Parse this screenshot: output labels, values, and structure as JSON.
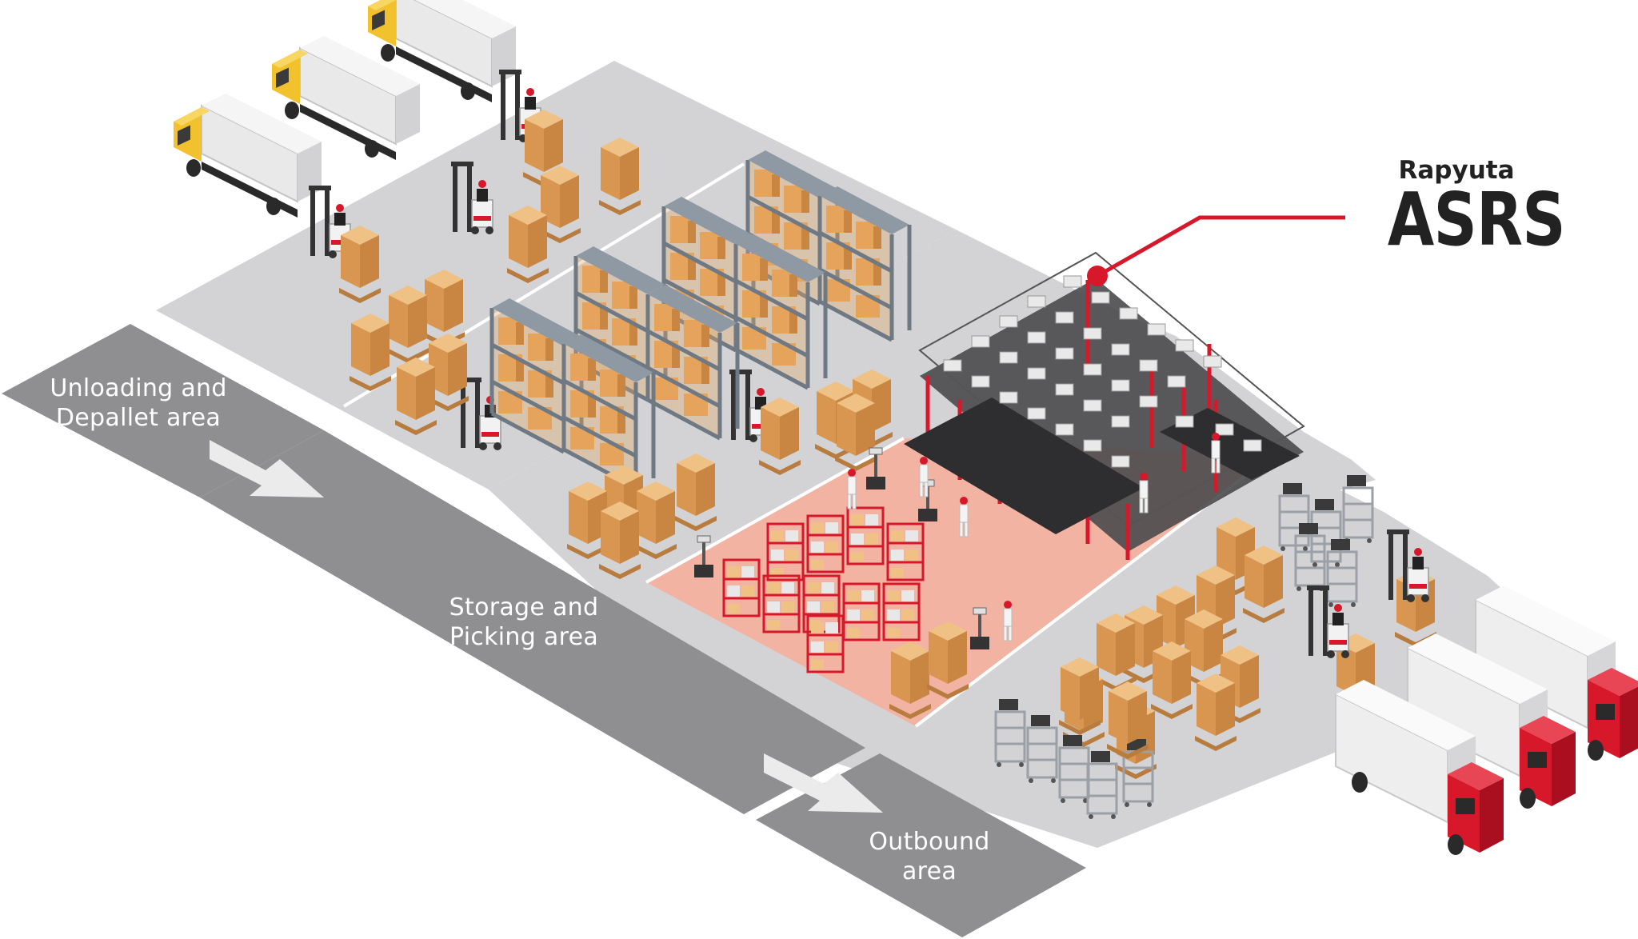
{
  "brand": {
    "company": "Rapyuta",
    "product": "ASRS",
    "accent_color": "#d7182a"
  },
  "zones": [
    {
      "id": "unloading",
      "lines": [
        "Unloading and",
        "Depallet area"
      ]
    },
    {
      "id": "storage",
      "lines": [
        "Storage and",
        "Picking area"
      ]
    },
    {
      "id": "outbound",
      "lines": [
        "Outbound",
        "area"
      ]
    }
  ],
  "colors": {
    "floor": "#d3d3d5",
    "band": "#8f8f91",
    "highlight_zone": "#f2b3a3",
    "box": "#e3a865",
    "truck_cab_inbound": "#f2c12e",
    "truck_cab_outbound": "#d7182a",
    "rack_frame": "#7b8590"
  },
  "icons": [
    "arrow-right-icon",
    "truck-icon",
    "forklift-icon",
    "shelf-rack-icon",
    "pallet-box-icon",
    "worker-icon",
    "cart-icon",
    "asrs-grid-icon"
  ]
}
